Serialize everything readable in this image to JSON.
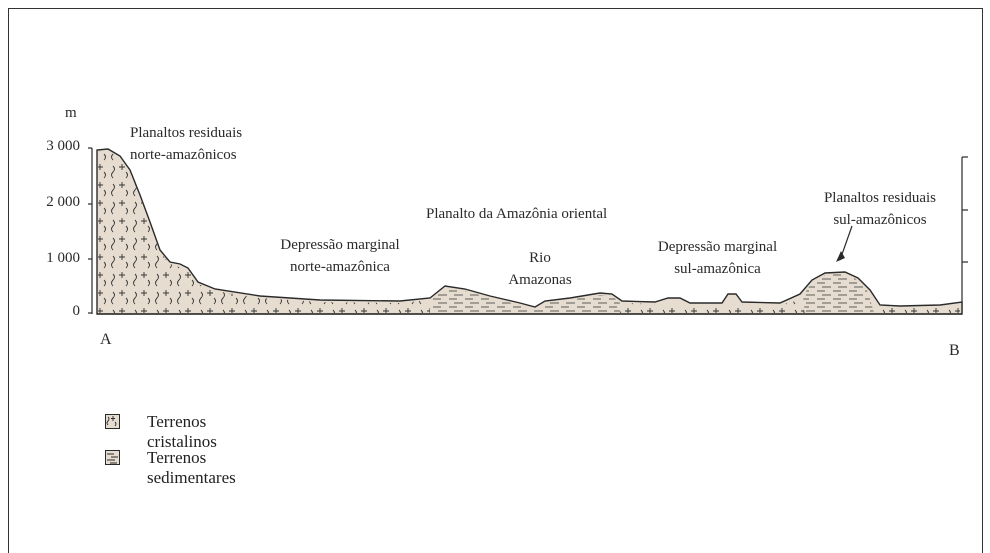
{
  "axis": {
    "unit": "m",
    "ticks": [
      "3 000",
      "2 000",
      "1 000",
      "0"
    ]
  },
  "endpoints": {
    "start": "A",
    "end": "B"
  },
  "labels": {
    "planaltos_norte": [
      "Planaltos residuais",
      "norte-amazônicos"
    ],
    "depressao_norte": [
      "Depressão marginal",
      "norte-amazônica"
    ],
    "planalto_oriental": "Planalto da Amazônia oriental",
    "rio": [
      "Rio",
      "Amazonas"
    ],
    "depressao_sul": [
      "Depressão marginal",
      "sul-amazônica"
    ],
    "planaltos_sul": [
      "Planaltos residuais",
      "sul-amazônicos"
    ]
  },
  "legend": [
    {
      "label": "Terrenos cristalinos",
      "pattern": "crystalline"
    },
    {
      "label": "Terrenos sedimentares",
      "pattern": "sedimentary"
    }
  ],
  "colors": {
    "terrain_fill": "#e6ddd0",
    "line": "#2a2a2a"
  }
}
